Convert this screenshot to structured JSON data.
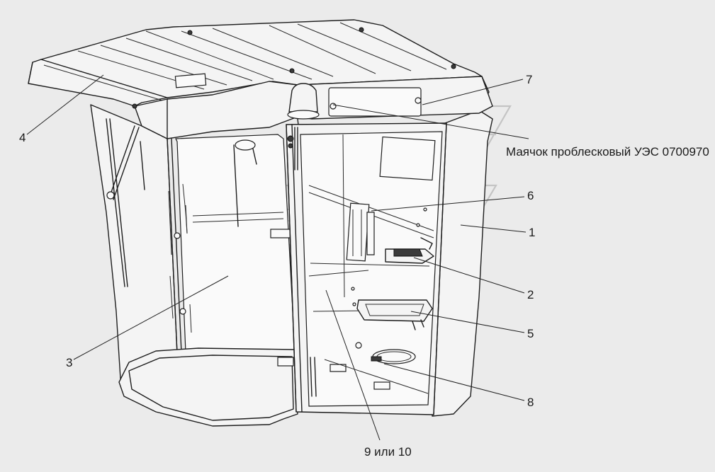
{
  "callouts": {
    "c1": "1",
    "c2": "2",
    "c3": "3",
    "c4": "4",
    "c5": "5",
    "c6": "6",
    "c7": "7",
    "c8": "8",
    "c9": "9 или 10",
    "beacon": "Маячок проблесковый УЭС 0700970"
  },
  "colors": {
    "background": "#ebebeb",
    "line": "#1e1e1e",
    "watermark": "#c4c4c4"
  }
}
